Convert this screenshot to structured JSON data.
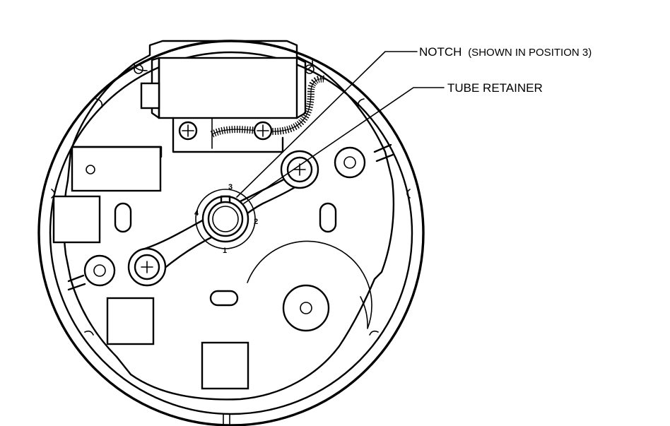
{
  "callouts": {
    "notch": {
      "main": "NOTCH",
      "detail": "(SHOWN IN POSITION 3)"
    },
    "tube_retainer": "TUBE RETAINER"
  },
  "position_labels": {
    "p1": "1",
    "p2": "2",
    "p3": "3",
    "p4": "4"
  },
  "icons": [
    "screw-icon",
    "coil-spring-icon"
  ]
}
